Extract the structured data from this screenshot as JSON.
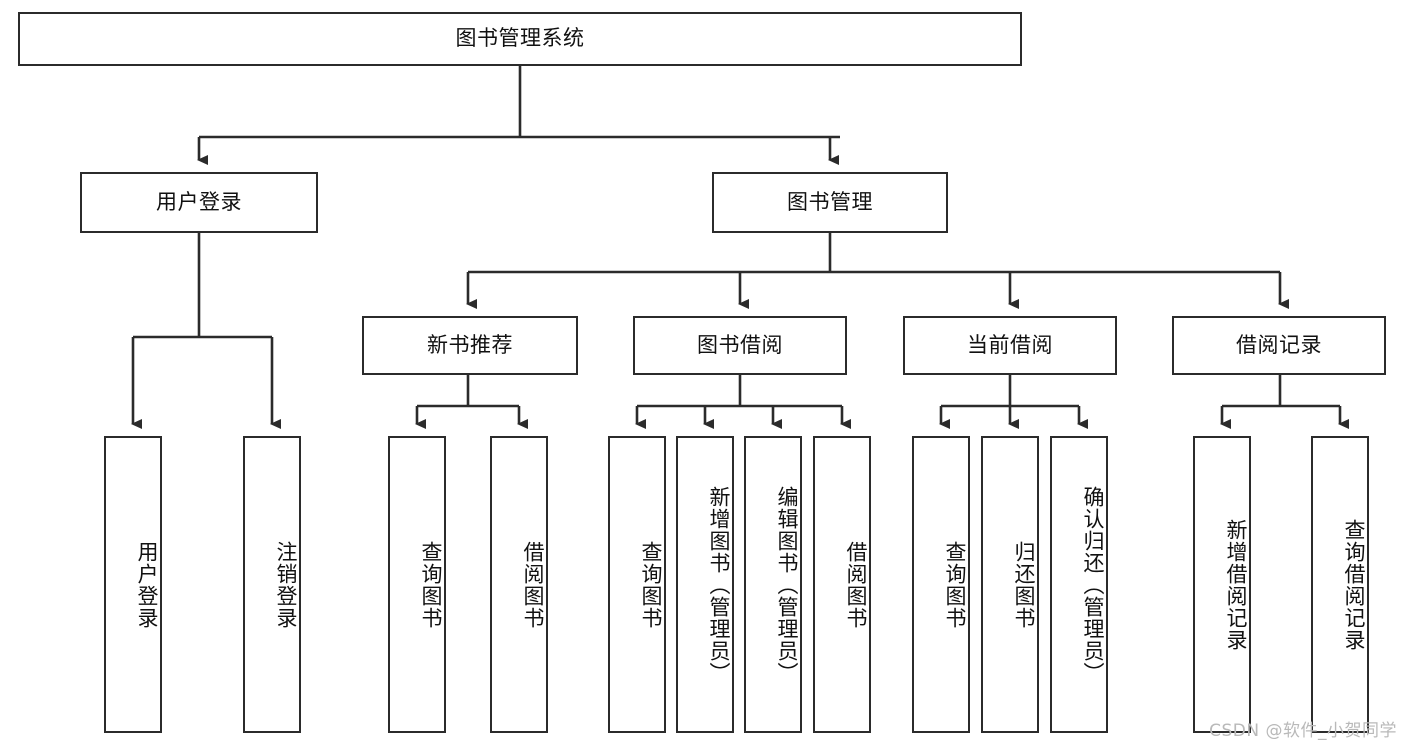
{
  "diagram": {
    "type": "tree-hierarchy",
    "title": "图书管理系统",
    "watermark": "CSDN @软件_小贺同学",
    "colors": {
      "stroke": "#2b2b2b",
      "fill": "#ffffff",
      "text": "#111111",
      "watermark": "#b9b9b9"
    },
    "nodes": {
      "root": {
        "label": "图书管理系统"
      },
      "level1": [
        {
          "id": "user-login",
          "label": "用户登录"
        },
        {
          "id": "book-manage",
          "label": "图书管理"
        }
      ],
      "level2": [
        {
          "id": "new-book-rec",
          "label": "新书推荐"
        },
        {
          "id": "book-borrow",
          "label": "图书借阅"
        },
        {
          "id": "current-borrow",
          "label": "当前借阅"
        },
        {
          "id": "borrow-record",
          "label": "借阅记录"
        }
      ],
      "leaves": {
        "user-login": [
          {
            "id": "leaf-user-login",
            "label": "用户登录"
          },
          {
            "id": "leaf-user-logout",
            "label": "注销登录"
          }
        ],
        "new-book-rec": [
          {
            "id": "leaf-query-book-1",
            "label": "查询图书"
          },
          {
            "id": "leaf-borrow-book-1",
            "label": "借阅图书"
          }
        ],
        "book-borrow": [
          {
            "id": "leaf-query-book-2",
            "label": "查询图书"
          },
          {
            "id": "leaf-add-book",
            "label": "新增图书（管理员）"
          },
          {
            "id": "leaf-edit-book",
            "label": "编辑图书（管理员）"
          },
          {
            "id": "leaf-borrow-book-2",
            "label": "借阅图书"
          }
        ],
        "current-borrow": [
          {
            "id": "leaf-query-book-3",
            "label": "查询图书"
          },
          {
            "id": "leaf-return-book",
            "label": "归还图书"
          },
          {
            "id": "leaf-confirm-return",
            "label": "确认归还（管理员）"
          }
        ],
        "borrow-record": [
          {
            "id": "leaf-add-record",
            "label": "新增借阅记录"
          },
          {
            "id": "leaf-query-record",
            "label": "查询借阅记录"
          }
        ]
      }
    }
  }
}
